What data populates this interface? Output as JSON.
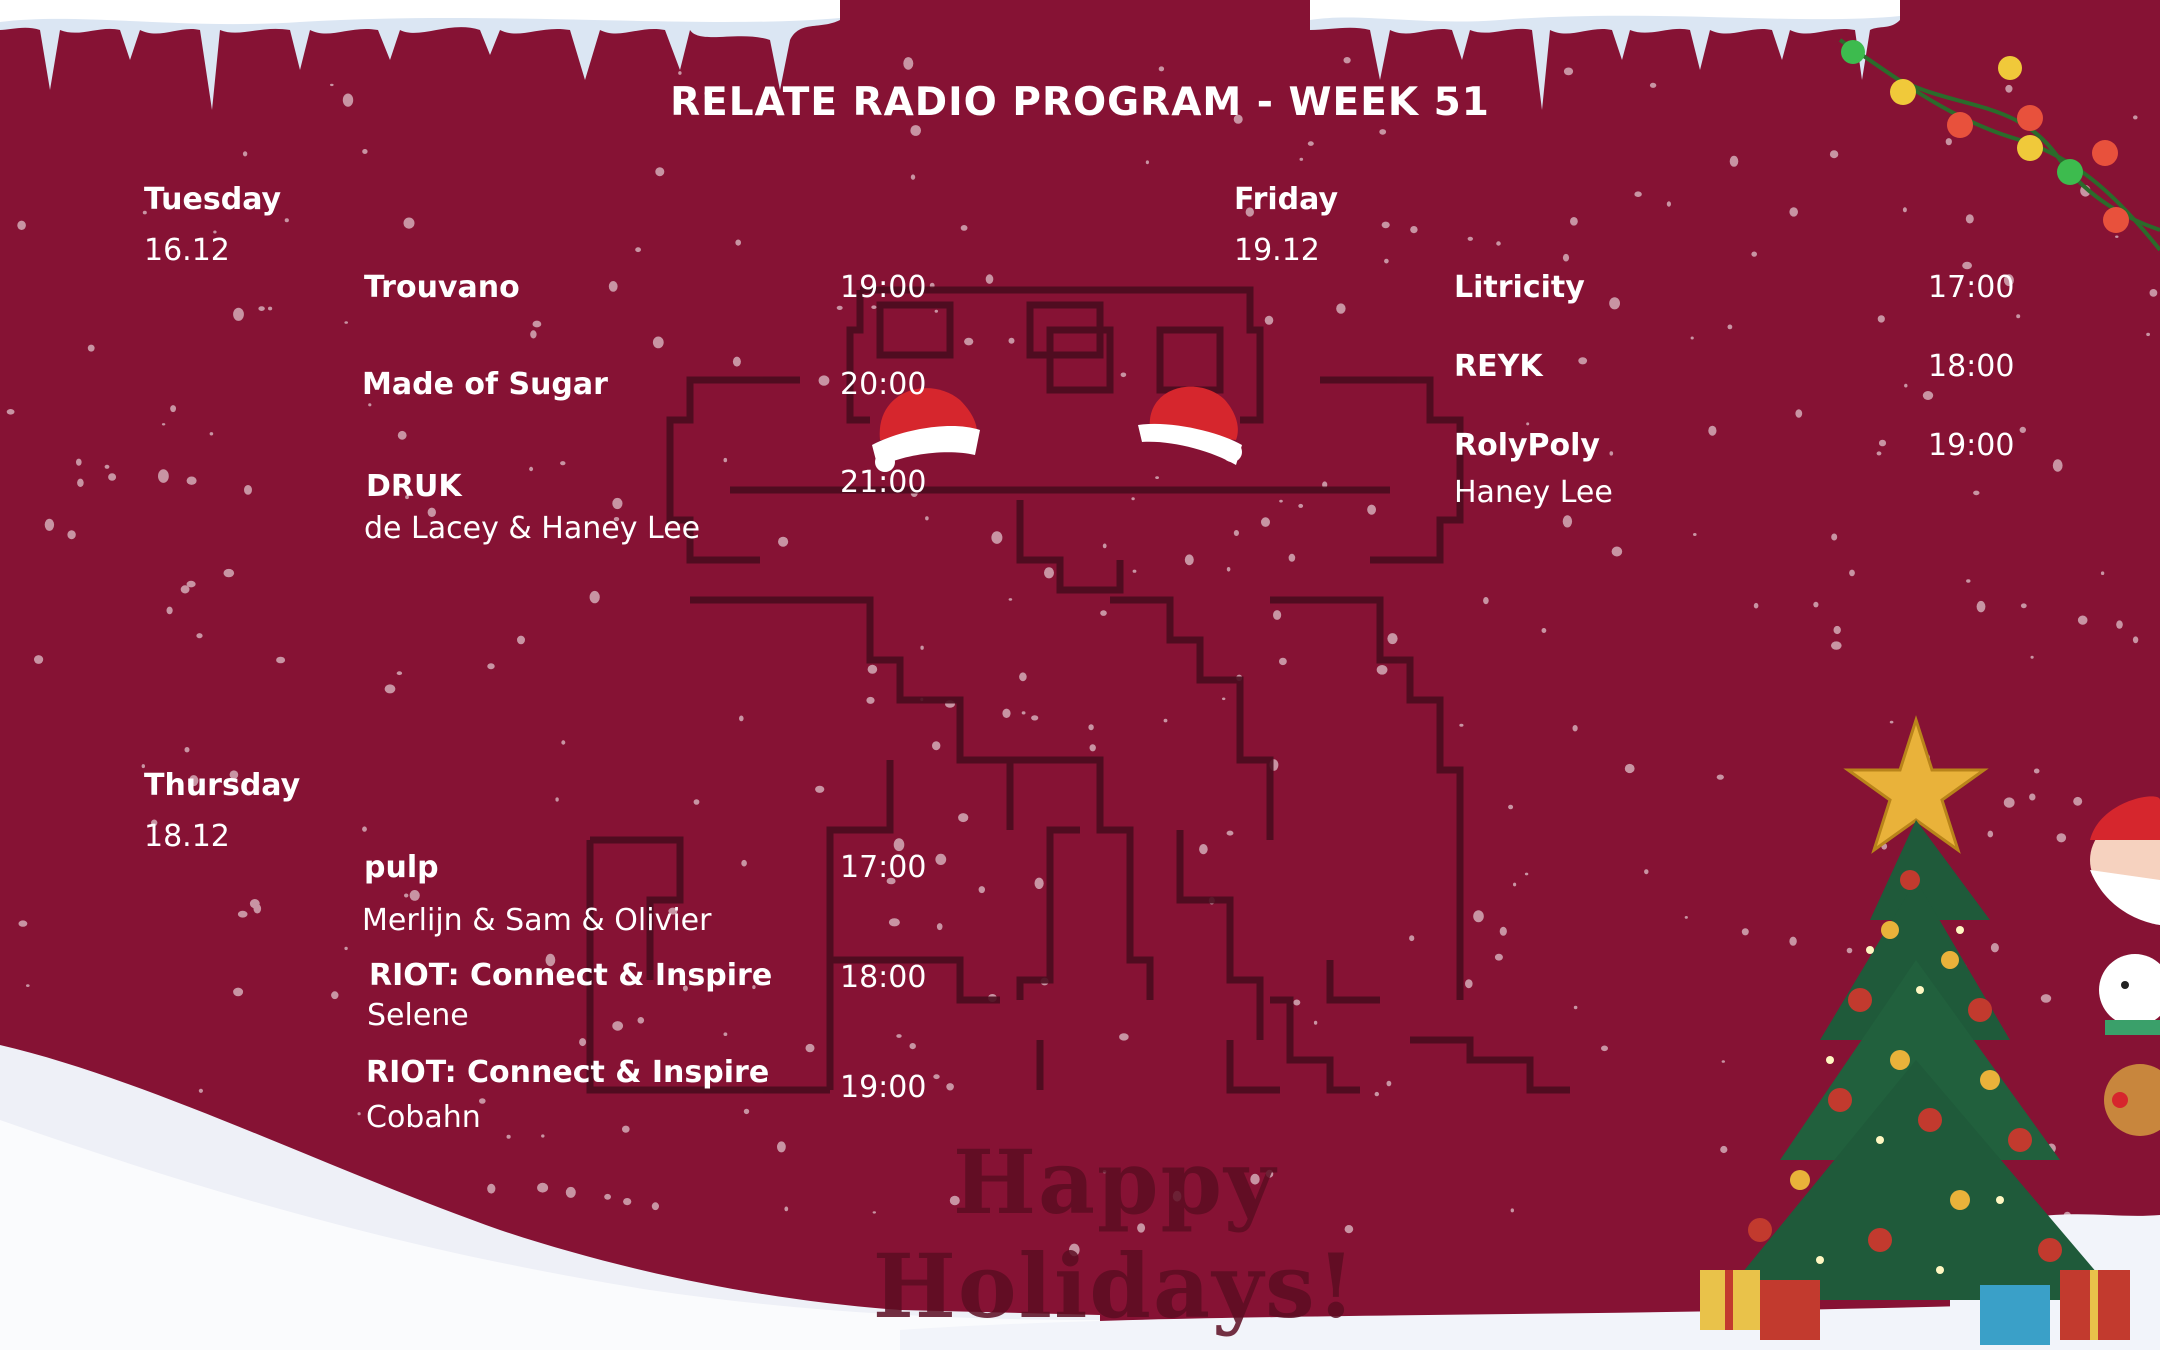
{
  "title": "RELATE RADIO PROGRAM - WEEK 51",
  "greeting": "Happy Holidays!",
  "colors": {
    "background": "#861234",
    "snow": "#f2f4fa",
    "icicle": "#dbe6f3",
    "mascot_outline": "#4a0c1e",
    "tree": "#1f5a3a",
    "star": "#e9b23a"
  },
  "days": [
    {
      "name": "Tuesday",
      "date": "16.12",
      "shows": [
        {
          "name": "Trouvano",
          "host": "",
          "time": "19:00"
        },
        {
          "name": "Made of Sugar",
          "host": "",
          "time": "20:00"
        },
        {
          "name": "DRUK",
          "host": "de Lacey & Haney Lee",
          "time": "21:00"
        }
      ]
    },
    {
      "name": "Thursday",
      "date": "18.12",
      "shows": [
        {
          "name": "pulp",
          "host": "Merlijn & Sam & Olivier",
          "time": "17:00"
        },
        {
          "name": "RIOT: Connect & Inspire",
          "host": "Selene",
          "time": "18:00"
        },
        {
          "name": "RIOT: Connect & Inspire",
          "host": "Cobahn",
          "time": "19:00"
        }
      ]
    },
    {
      "name": "Friday",
      "date": "19.12",
      "shows": [
        {
          "name": "Litricity",
          "host": "",
          "time": "17:00"
        },
        {
          "name": "REYK",
          "host": "",
          "time": "18:00"
        },
        {
          "name": "RolyPoly",
          "host": "Haney Lee",
          "time": "19:00"
        }
      ]
    }
  ],
  "decorations": [
    "icicle-border-icon",
    "string-lights-icon",
    "santa-hat-icon",
    "christmas-tree-icon",
    "santa-snowman-reindeer-icon",
    "pixel-mascot-icon",
    "snowflake-icon"
  ]
}
